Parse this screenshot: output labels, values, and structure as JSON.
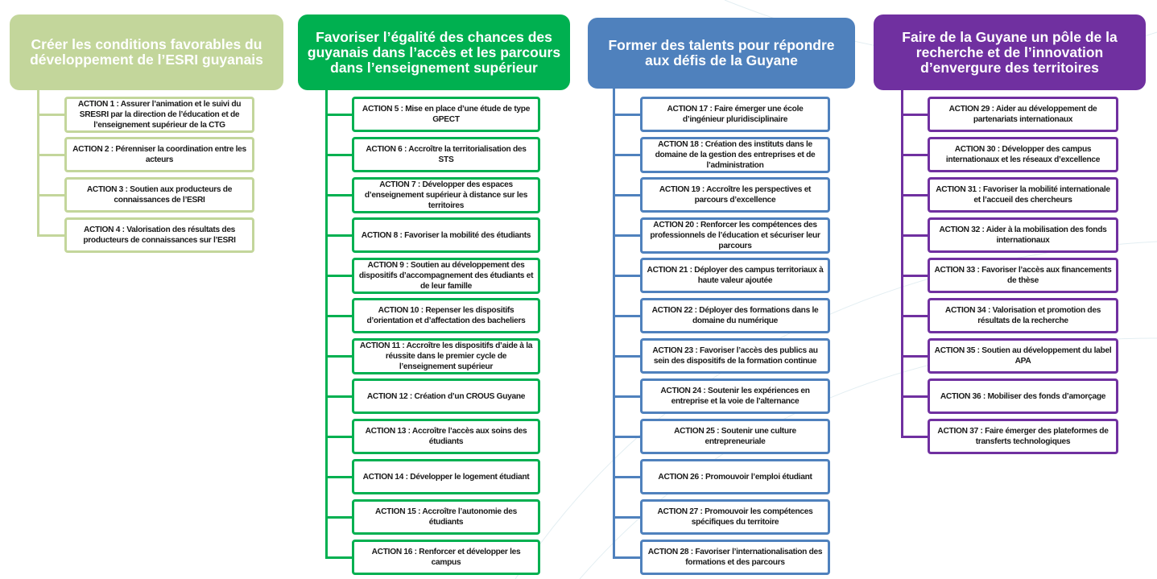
{
  "columns": [
    {
      "title": "Créer les conditions favorables du développement de l’ESRI guyanais",
      "color": "#c3d69b",
      "actions": [
        "ACTION 1 : Assurer l’animation et le suivi du SRESRI par la direction de l’éducation et de l’enseignement supérieur  de la CTG",
        "ACTION 2 : Pérenniser la coordination entre les acteurs",
        "ACTION 3 : Soutien aux producteurs de connaissances de l’ESRI",
        "ACTION 4 : Valorisation des résultats des producteurs de connaissances sur l’ESRI"
      ]
    },
    {
      "title": "Favoriser l’égalité des chances des guyanais dans l’accès et les parcours dans l’enseignement supérieur",
      "color": "#00b050",
      "actions": [
        "ACTION 5 : Mise en place d’une étude de type GPECT",
        "ACTION 6 : Accroître la territorialisation des STS",
        "ACTION 7 : Développer des espaces d’enseignement supérieur à distance sur les territoires",
        "ACTION 8 : Favoriser la mobilité des étudiants",
        "ACTION 9 : Soutien au développement des dispositifs d’accompagnement des étudiants et de leur famille",
        "ACTION 10 : Repenser les dispositifs d’orientation et d’affectation des bacheliers",
        "ACTION 11 : Accroître les dispositifs d’aide à la réussite dans le premier cycle de l’enseignement supérieur",
        "ACTION 12 : Création d’un CROUS Guyane",
        "ACTION 13 : Accroître l’accès aux soins des étudiants",
        "ACTION 14 : Développer le logement étudiant",
        "ACTION 15 : Accroître l’autonomie des étudiants",
        "ACTION 16 : Renforcer et développer les campus"
      ]
    },
    {
      "title": "Former des talents pour répondre aux défis de la Guyane",
      "color": "#4f81bd",
      "actions": [
        "ACTION 17 : Faire émerger une école d’ingénieur pluridisciplinaire",
        "ACTION 18 : Création des instituts dans le domaine de la gestion des entreprises et de l’administration",
        "ACTION 19 : Accroître les perspectives et parcours d’excellence",
        "ACTION 20 : Renforcer les compétences des professionnels de l’éducation et sécuriser leur parcours",
        "ACTION 21 : Déployer des campus territoriaux à haute valeur ajoutée",
        "ACTION 22 : Déployer des formations dans le domaine du numérique",
        "ACTION 23 : Favoriser l’accès des publics au sein des dispositifs de la formation continue",
        "ACTION 24 : Soutenir les expériences en entreprise et la voie de l’alternance",
        "ACTION 25 : Soutenir une culture entrepreneuriale",
        "ACTION 26 : Promouvoir l’emploi étudiant",
        "ACTION 27 : Promouvoir les compétences spécifiques du territoire",
        "ACTION 28 : Favoriser l’internationalisation des formations et des parcours"
      ]
    },
    {
      "title": "Faire de la Guyane un pôle de la recherche et de l’innovation d’envergure des territoires",
      "color": "#7030a0",
      "actions": [
        "ACTION 29 : Aider au développement de partenariats internationaux",
        "ACTION 30 : Développer des campus internationaux et les réseaux d’excellence",
        "ACTION 31 : Favoriser la mobilité internationale et l’accueil des chercheurs",
        "ACTION 32 : Aider à la mobilisation des fonds internationaux",
        "ACTION 33 : Favoriser l’accès aux financements de thèse",
        "ACTION 34 : Valorisation et promotion des résultats de la recherche",
        "ACTION 35 : Soutien au développement du label APA",
        "ACTION 36 : Mobiliser des fonds d’amorçage",
        "ACTION 37 : Faire émerger des plateformes de transferts technologiques"
      ]
    }
  ]
}
